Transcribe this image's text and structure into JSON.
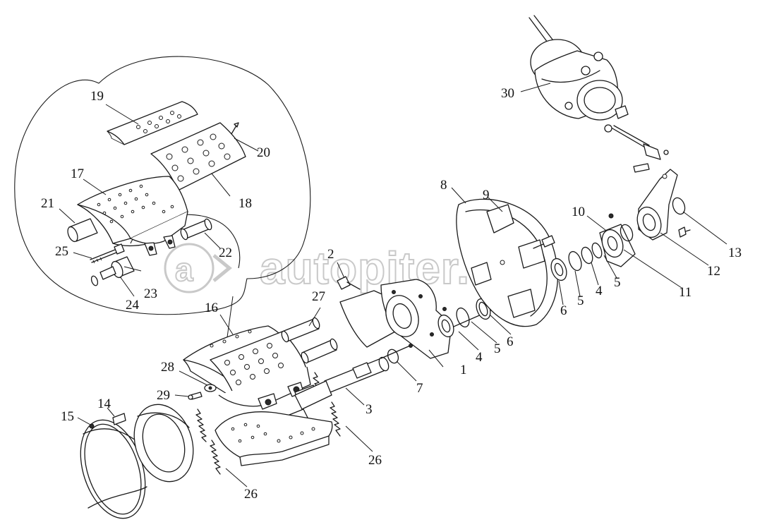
{
  "watermark": {
    "text": "autopiter.ru"
  },
  "callouts": [
    {
      "id": "c1",
      "label": "1"
    },
    {
      "id": "c2",
      "label": "2"
    },
    {
      "id": "c3",
      "label": "3"
    },
    {
      "id": "c4a",
      "label": "4"
    },
    {
      "id": "c4b",
      "label": "4"
    },
    {
      "id": "c5a",
      "label": "5"
    },
    {
      "id": "c5b",
      "label": "5"
    },
    {
      "id": "c5c",
      "label": "5"
    },
    {
      "id": "c6a",
      "label": "6"
    },
    {
      "id": "c6b",
      "label": "6"
    },
    {
      "id": "c7",
      "label": "7"
    },
    {
      "id": "c8",
      "label": "8"
    },
    {
      "id": "c9",
      "label": "9"
    },
    {
      "id": "c10",
      "label": "10"
    },
    {
      "id": "c11",
      "label": "11"
    },
    {
      "id": "c12",
      "label": "12"
    },
    {
      "id": "c13",
      "label": "13"
    },
    {
      "id": "c14",
      "label": "14"
    },
    {
      "id": "c15",
      "label": "15"
    },
    {
      "id": "c16",
      "label": "16"
    },
    {
      "id": "c17",
      "label": "17"
    },
    {
      "id": "c18",
      "label": "18"
    },
    {
      "id": "c19",
      "label": "19"
    },
    {
      "id": "c20",
      "label": "20"
    },
    {
      "id": "c21",
      "label": "21"
    },
    {
      "id": "c22",
      "label": "22"
    },
    {
      "id": "c23",
      "label": "23"
    },
    {
      "id": "c24",
      "label": "24"
    },
    {
      "id": "c25",
      "label": "25"
    },
    {
      "id": "c26a",
      "label": "26"
    },
    {
      "id": "c26b",
      "label": "26"
    },
    {
      "id": "c27",
      "label": "27"
    },
    {
      "id": "c28",
      "label": "28"
    },
    {
      "id": "c29",
      "label": "29"
    },
    {
      "id": "c30",
      "label": "30"
    }
  ]
}
